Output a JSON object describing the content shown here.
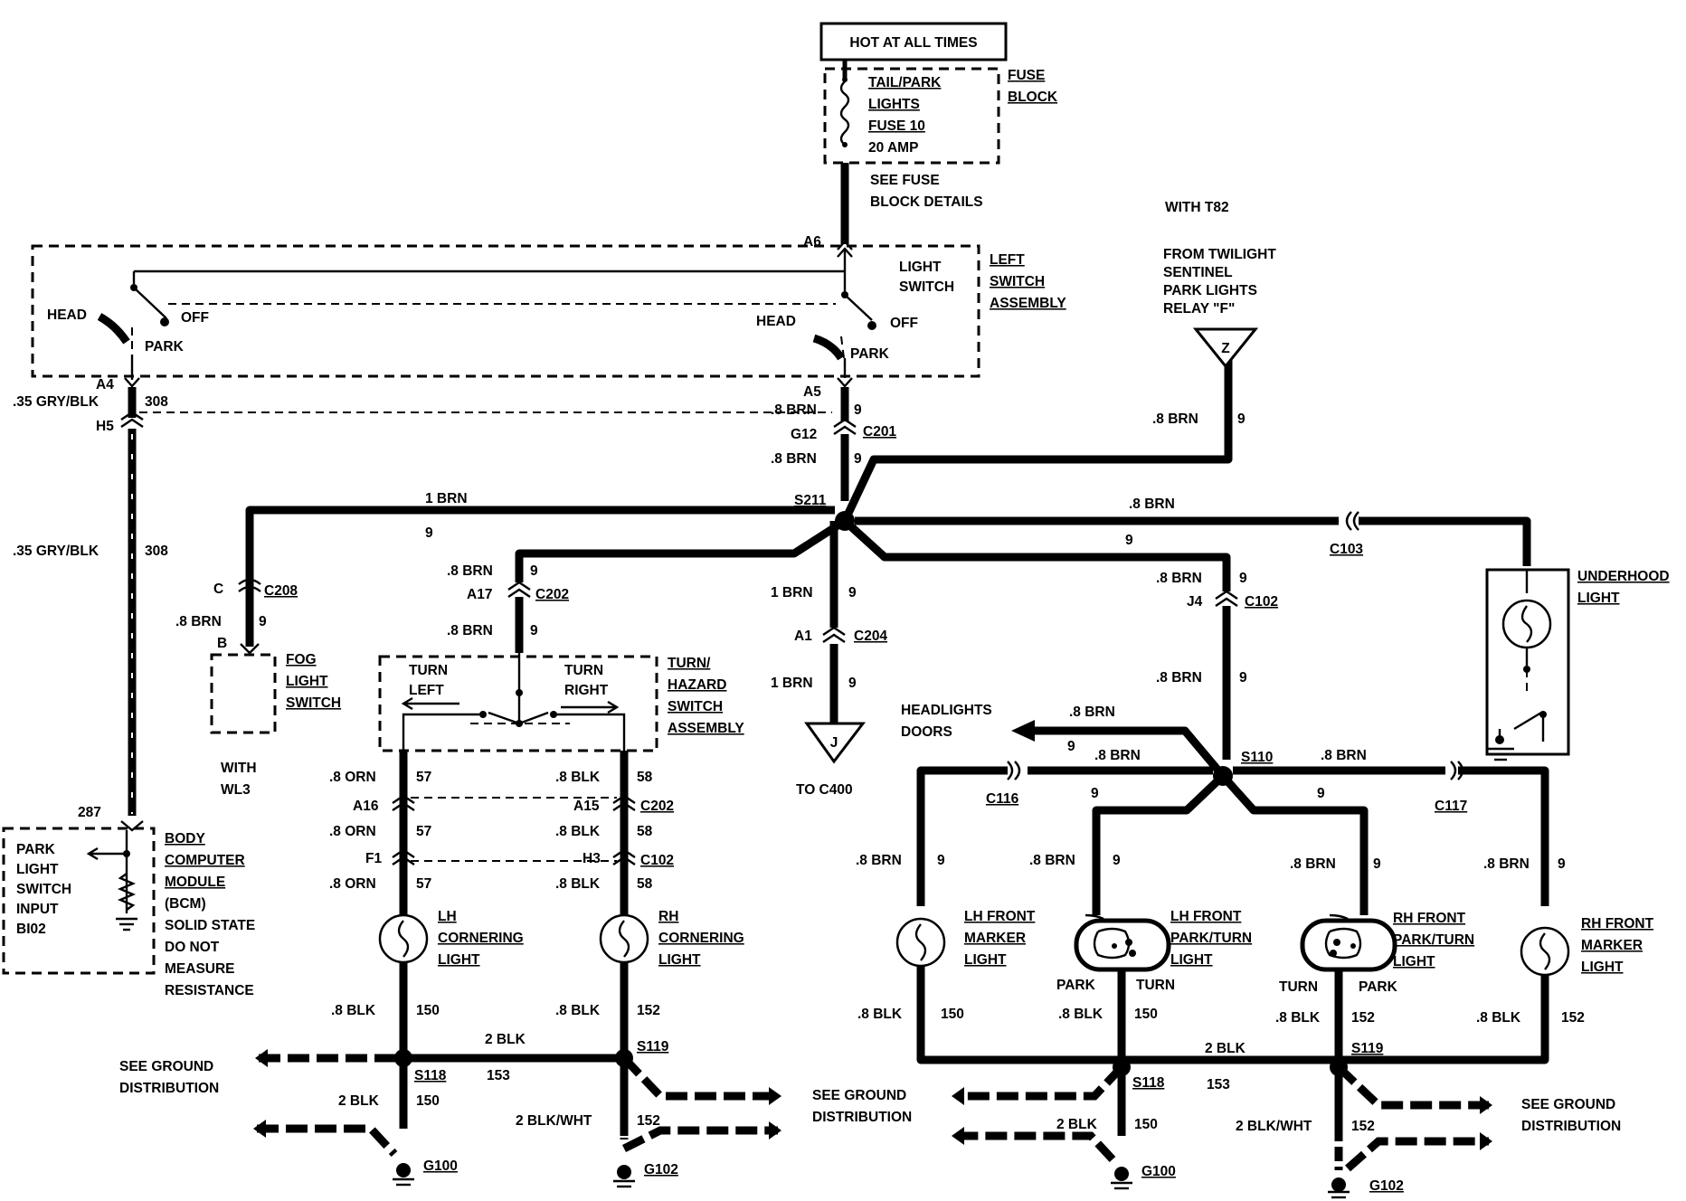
{
  "power": {
    "hot_label": "HOT AT ALL TIMES",
    "fuse_lines": [
      "TAIL/PARK",
      "LIGHTS",
      "FUSE 10",
      "20 AMP"
    ],
    "fuse_block": [
      "FUSE",
      "BLOCK"
    ],
    "see_fuse": [
      "SEE FUSE",
      "BLOCK DETAILS"
    ]
  },
  "light_switch": {
    "label": [
      "LIGHT",
      "SWITCH"
    ],
    "assembly": [
      "LEFT",
      "SWITCH",
      "ASSEMBLY"
    ],
    "head": "HEAD",
    "off": "OFF",
    "park": "PARK",
    "a6": "A6",
    "a5": "A5",
    "a4": "A4"
  },
  "twilight": {
    "with": "WITH T82",
    "from": [
      "FROM TWILIGHT",
      "SENTINEL",
      "PARK LIGHTS",
      "RELAY \"F\""
    ],
    "term": "Z",
    "wire": ".8 BRN",
    "circuit": "9"
  },
  "wires": {
    "gry_blk": ".35 GRY/BLK",
    "c308": "308",
    "h5": "H5",
    "brn8": ".8 BRN",
    "brn1": "1 BRN",
    "n9": "9",
    "g12": "G12",
    "c201": "C201",
    "s211": "S211",
    "c103": "C103",
    "c_pin": "C",
    "c208": "C208",
    "b_pin": "B",
    "a17": "A17",
    "c202": "C202",
    "j4": "J4",
    "c102": "C102",
    "a1": "A1",
    "c204": "C204",
    "s110": "S110",
    "c116": "C116",
    "c117": "C117",
    "orn": ".8 ORN",
    "blk8": ".8 BLK",
    "n57": "57",
    "n58": "58",
    "a16": "A16",
    "a15": "A15",
    "f1": "F1",
    "h3": "H3",
    "n150": "150",
    "n152": "152",
    "n153": "153",
    "blk2": "2 BLK",
    "blkwht": "2 BLK/WHT",
    "s118": "S118",
    "s119": "S119",
    "g100": "G100",
    "g102": "G102",
    "b287": "287"
  },
  "components": {
    "underhood": [
      "UNDERHOOD",
      "LIGHT"
    ],
    "fog": [
      "FOG",
      "LIGHT",
      "SWITCH"
    ],
    "with_wl3": [
      "WITH",
      "WL3"
    ],
    "turn_left": [
      "TURN",
      "LEFT"
    ],
    "turn_right": [
      "TURN",
      "RIGHT"
    ],
    "turn_hazard": [
      "TURN/",
      "HAZARD",
      "SWITCH",
      "ASSEMBLY"
    ],
    "to_c400": "TO C400",
    "j_term": "J",
    "headlights_doors": [
      "HEADLIGHTS",
      "DOORS"
    ],
    "lh_cornering": [
      "LH",
      "CORNERING",
      "LIGHT"
    ],
    "rh_cornering": [
      "RH",
      "CORNERING",
      "LIGHT"
    ],
    "lh_marker": [
      "LH FRONT",
      "MARKER",
      "LIGHT"
    ],
    "lh_parkturn": [
      "LH FRONT",
      "PARK/TURN",
      "LIGHT"
    ],
    "rh_parkturn": [
      "RH FRONT",
      "PARK/TURN",
      "LIGHT"
    ],
    "rh_marker": [
      "RH FRONT",
      "MARKER",
      "LIGHT"
    ],
    "park": "PARK",
    "turn": "TURN",
    "bcm_box": [
      "PARK",
      "LIGHT",
      "SWITCH",
      "INPUT",
      "BI02"
    ],
    "bcm": [
      "BODY",
      "COMPUTER",
      "MODULE",
      "(BCM)"
    ],
    "bcm_note": [
      "SOLID STATE",
      "DO NOT",
      "MEASURE",
      "RESISTANCE"
    ],
    "ground": [
      "SEE GROUND",
      "DISTRIBUTION"
    ]
  }
}
